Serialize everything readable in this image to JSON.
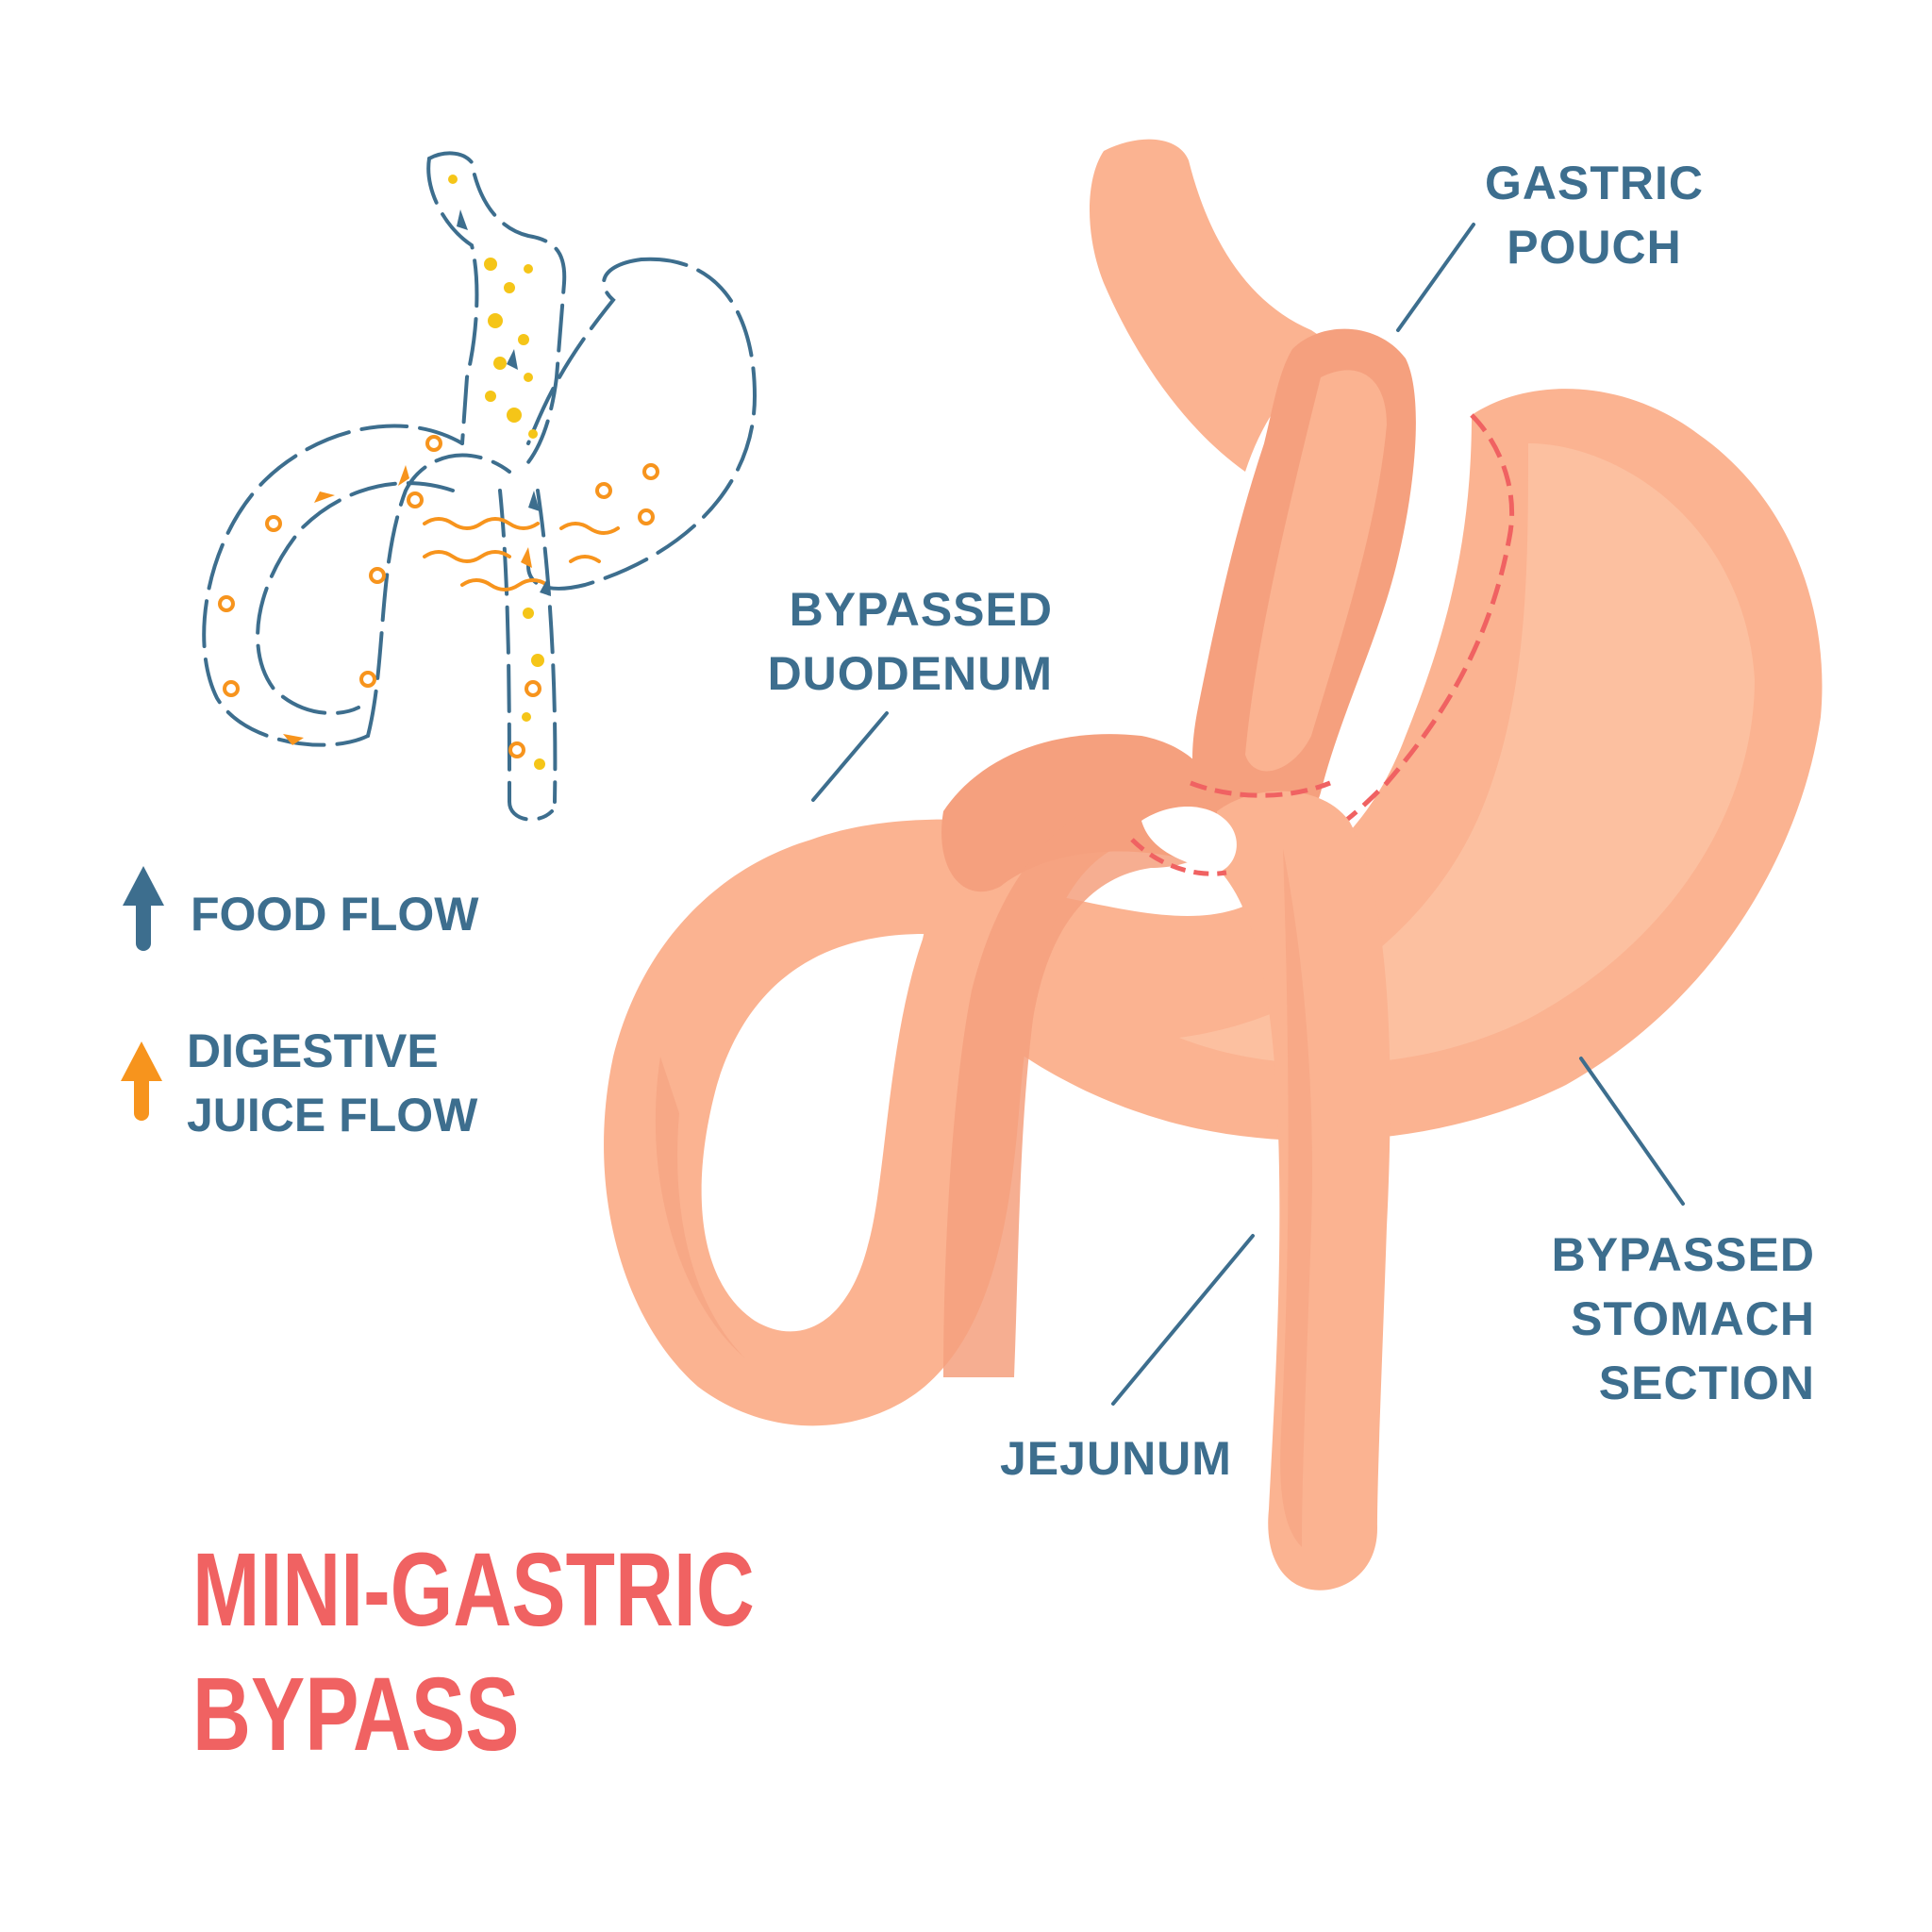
{
  "title": {
    "line1": "MINI-GASTRIC",
    "line2": "BYPASS"
  },
  "labels": {
    "gastric_pouch": {
      "line1": "GASTRIC",
      "line2": "POUCH"
    },
    "bypassed_duodenum": {
      "line1": "BYPASSED",
      "line2": "DUODENUM"
    },
    "bypassed_stomach": {
      "line1": "BYPASSED",
      "line2": "STOMACH",
      "line3": "SECTION"
    },
    "jejunum": "JEJUNUM"
  },
  "legend": {
    "food_flow": {
      "label": "FOOD FLOW",
      "color": "#3d6e8e"
    },
    "juice_flow": {
      "line1": "DIGESTIVE",
      "line2": "JUICE FLOW",
      "color": "#f7941d"
    }
  },
  "colors": {
    "organ": "#fbb391",
    "organ_shade": "#f5a07e",
    "organ_highlight": "#fcc3a4",
    "staple_line": "#f06262",
    "text": "#3d6e8e",
    "food": "#f5c518",
    "juice": "#f7941d"
  }
}
